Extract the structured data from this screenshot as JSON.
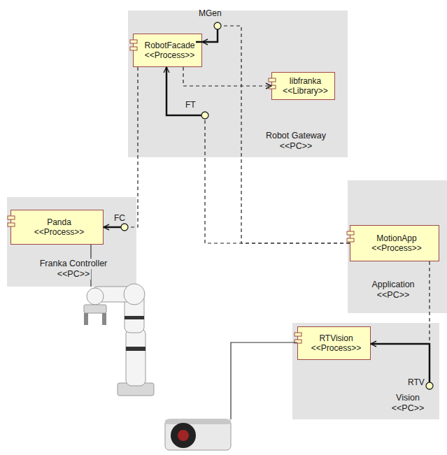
{
  "diagram": {
    "nodes": [
      {
        "text": [
          "Robot Gateway",
          "<<PC>>"
        ]
      },
      {
        "text": [
          "RobotFacade",
          "<<Process>>"
        ],
        "in": 0
      },
      {
        "text": [
          "libfranka",
          "<<Library>>"
        ],
        "in": 0
      },
      {
        "text": [
          "Franka Controller",
          "<<PC>>"
        ]
      },
      {
        "text": [
          "Panda",
          "<<Process>>"
        ],
        "in": 3
      },
      {
        "text": [
          "Application",
          "<<PC>>"
        ]
      },
      {
        "text": [
          "MotionApp",
          "<<Process>>"
        ],
        "in": 5
      },
      {
        "text": [
          "Vision",
          "<<PC>>"
        ]
      },
      {
        "text": [
          "RTVision",
          "<<Process>>"
        ],
        "in": 7
      }
    ],
    "edges": [
      {
        "from": 1,
        "to": 2,
        "arrow": "to"
      },
      {
        "from": 1,
        "to": 4,
        "arrow": "to"
      },
      {
        "from": 6,
        "to": 1,
        "arrow": "to"
      },
      {
        "from": 6,
        "to": 1,
        "arrow": "to"
      },
      {
        "from": 6,
        "to": 8,
        "arrow": "to"
      }
    ],
    "labels": [
      "MGen",
      "FT",
      "FC",
      "RTV"
    ]
  }
}
